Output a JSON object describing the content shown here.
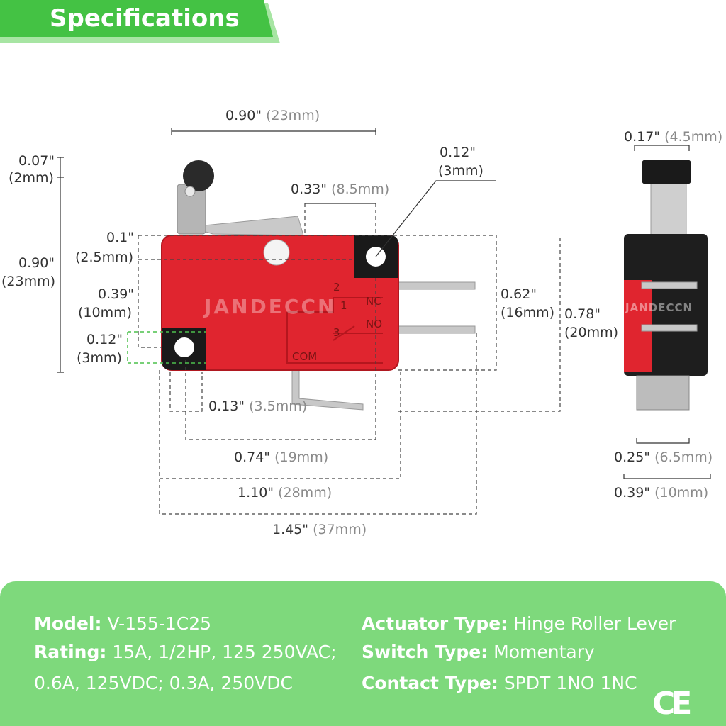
{
  "header": {
    "title": "Specifications"
  },
  "watermark": "JANDECCN",
  "pins": {
    "two": "2",
    "one": "1",
    "three": "3",
    "nc": "NC",
    "no": "NO",
    "com": "COM"
  },
  "dimensions": {
    "top_width": {
      "inch": "0.90\"",
      "mm": "(23mm)"
    },
    "roller_h": {
      "inch": "0.07\"",
      "mm": "(2mm)"
    },
    "overall_h": {
      "inch": "0.90\"",
      "mm": "(23mm)"
    },
    "hole_top": {
      "inch": "0.1\"",
      "mm": "(2.5mm)"
    },
    "hole_dist": {
      "inch": "0.39\"",
      "mm": "(10mm)"
    },
    "hole_d": {
      "inch": "0.12\"",
      "mm": "(3mm)"
    },
    "hole_right": {
      "inch": "0.12\"",
      "mm": "(3mm)"
    },
    "lever_off": {
      "inch": "0.33\"",
      "mm": "(8.5mm)"
    },
    "body_h": {
      "inch": "0.62\"",
      "mm": "(16mm)"
    },
    "body_h2": {
      "inch": "0.78\"",
      "mm": "(20mm)"
    },
    "hole_edge": {
      "inch": "0.13\"",
      "mm": "(3.5mm)"
    },
    "hole_span": {
      "inch": "0.74\"",
      "mm": "(19mm)"
    },
    "body_len": {
      "inch": "1.10\"",
      "mm": "(28mm)"
    },
    "total_len": {
      "inch": "1.45\"",
      "mm": "(37mm)"
    },
    "roller_w": {
      "inch": "0.17\"",
      "mm": "(4.5mm)"
    },
    "term_w": {
      "inch": "0.25\"",
      "mm": "(6.5mm)"
    },
    "side_w": {
      "inch": "0.39\"",
      "mm": "(10mm)"
    }
  },
  "specs": {
    "model_label": "Model:",
    "model_value": "V-155-1C25",
    "rating_label": "Rating:",
    "rating_value": "15A, 1/2HP, 125 250VAC;",
    "rating_value2": "0.6A, 125VDC; 0.3A, 250VDC",
    "actuator_label": "Actuator Type:",
    "actuator_value": "Hinge Roller Lever",
    "switch_label": "Switch Type:",
    "switch_value": "Momentary",
    "contact_label": "Contact Type:",
    "contact_value": "SPDT 1NO 1NC"
  },
  "certification": "CE",
  "colors": {
    "header_green": "#44c244",
    "panel_green": "#7ed97c",
    "switch_red": "#e0252f",
    "dark": "#1a1a1a"
  }
}
